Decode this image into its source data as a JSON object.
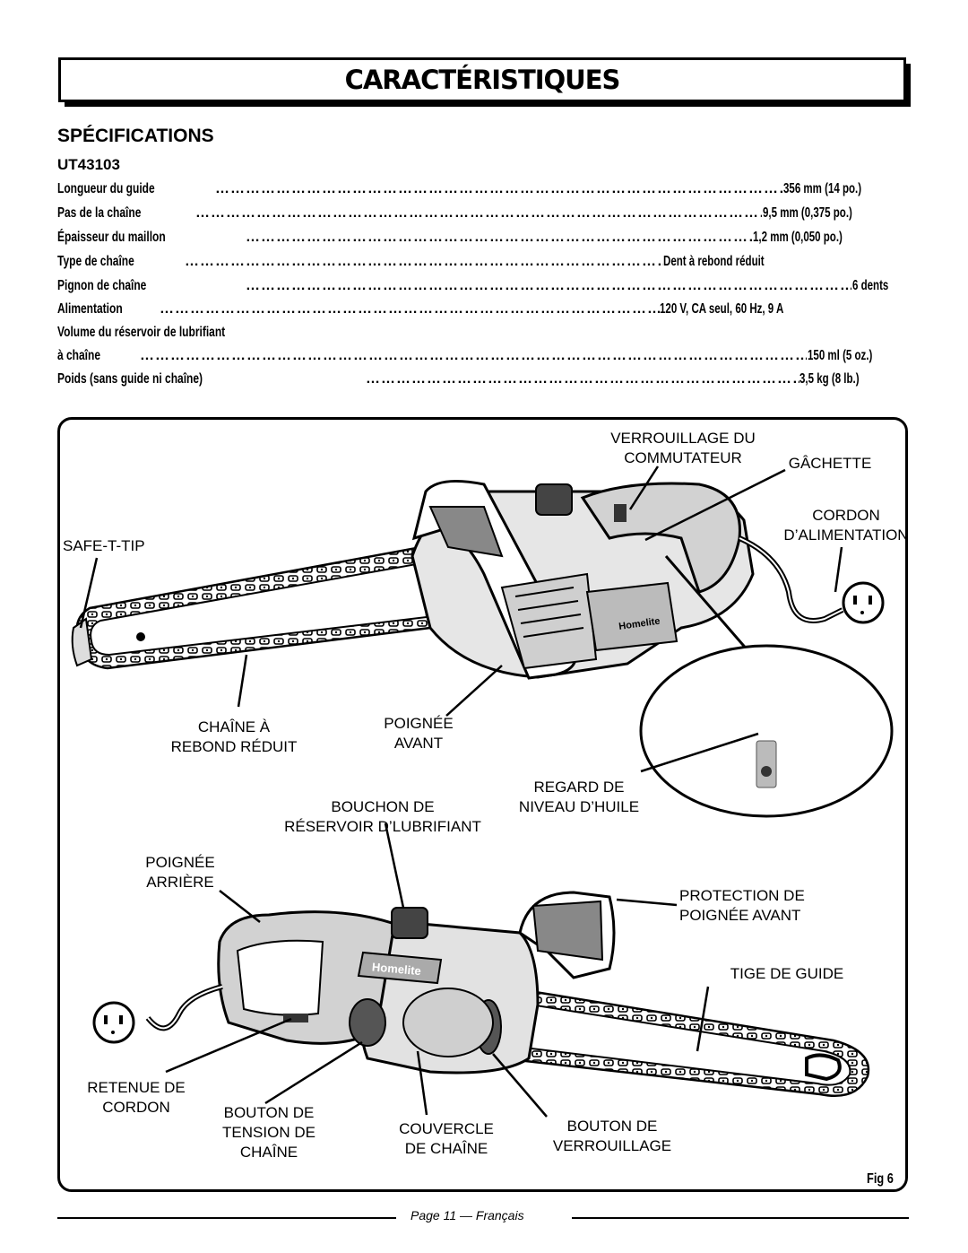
{
  "header": {
    "title": "CARACTÉRISTIQUES"
  },
  "section": {
    "title": "SPÉCIFICATIONS",
    "model": "UT43103"
  },
  "specs": [
    {
      "label": "Longueur du guide",
      "value": "356 mm (14 po.)"
    },
    {
      "label": "Pas de la chaîne",
      "value": "9,5 mm (0,375 po.)"
    },
    {
      "label": "Épaisseur du maillon",
      "value": "1,2 mm (0,050 po.)"
    },
    {
      "label": "Type de chaîne",
      "value": "Dent à rebond réduit"
    },
    {
      "label": "Pignon de chaîne",
      "value": "6 dents"
    },
    {
      "label": "Alimentation",
      "value": "120 V, CA seul, 60 Hz, 9 A"
    },
    {
      "label": "Volume du réservoir de lubrifiant",
      "value": ""
    },
    {
      "label": "à chaîne",
      "value": "150 ml (5 oz.)"
    },
    {
      "label": "Poids (sans guide ni chaîne)",
      "value": "3,5 kg (8 lb.)"
    }
  ],
  "figure": {
    "labels": {
      "switch_lock": "VERROUILLAGE DU\nCOMMUTATEUR",
      "trigger": "GÂCHETTE",
      "cord": "CORDON\nD’ALIMENTATION",
      "safe_t_tip": "SAFE-T-TIP",
      "reduced_chain": "CHAÎNE À\nREBOND RÉDUIT",
      "front_handle": "POIGNÉE\nAVANT",
      "oil_window": "REGARD DE\nNIVEAU D’HUILE",
      "oil_cap": "BOUCHON DE\nRÉSERVOIR D’LUBRIFIANT",
      "rear_handle": "POIGNÉE\nARRIÈRE",
      "hand_guard": "PROTECTION DE\nPOIGNÉE AVANT",
      "guide_bar": "TIGE DE GUIDE",
      "cord_retainer": "RETENUE DE\nCORDON",
      "tension_knob": "BOUTON DE\nTENSION DE\nCHAÎNE",
      "chain_cover": "COUVERCLE\nDE CHAÎNE",
      "lock_knob": "BOUTON DE\nVERROUILLAGE"
    },
    "brand": "Homelite",
    "number": "Fig 6"
  },
  "footer": {
    "text": "Page 11 — Français"
  }
}
